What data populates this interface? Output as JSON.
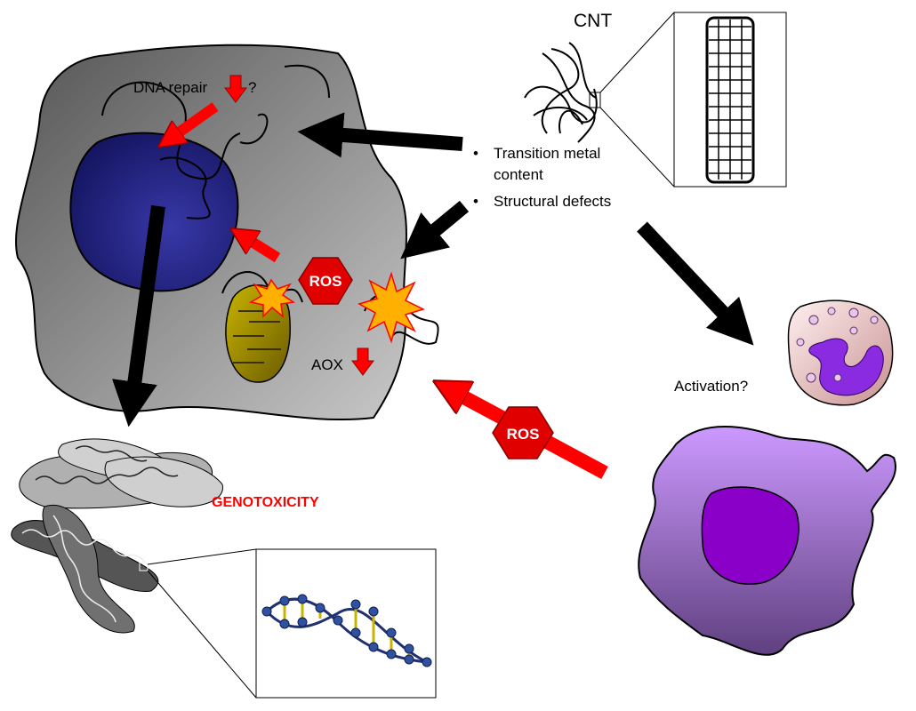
{
  "labels": {
    "dna_repair": "DNA repair",
    "question": "?",
    "ros_1": "ROS",
    "ros_2": "ROS",
    "aox": "AOX",
    "cnt": "CNT",
    "bullet_1_line1": "Transition metal",
    "bullet_1_line2": "content",
    "bullet_2": "Structural defects",
    "activation": "Activation?",
    "genotoxicity": "GENOTOXICITY"
  },
  "colors": {
    "arrow_red": "#ff0000",
    "ros_red": "#e00000",
    "nucleus": "#2a2a8a",
    "cell": "#a0a0a0",
    "macrophage": "#b07ad8",
    "neutrophil": "#e8c0c0",
    "genotoxicity": "#ff0000"
  }
}
